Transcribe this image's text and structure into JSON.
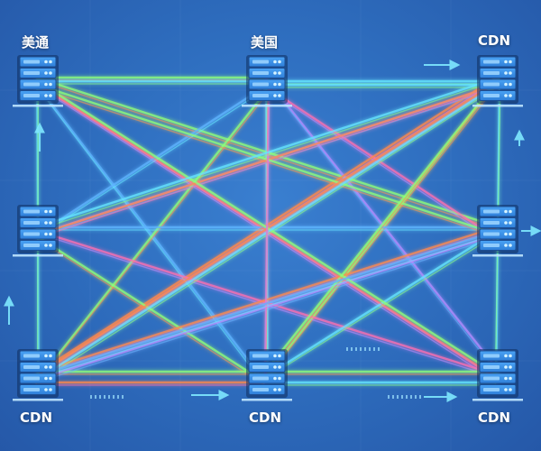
{
  "nodes": [
    {
      "id": "tl",
      "label": "美通"
    },
    {
      "id": "tm",
      "label": "美国"
    },
    {
      "id": "tr",
      "label": "CDN"
    },
    {
      "id": "ml",
      "label": ""
    },
    {
      "id": "mr",
      "label": ""
    },
    {
      "id": "bl",
      "label": "CDN"
    },
    {
      "id": "bm",
      "label": "CDN"
    },
    {
      "id": "br",
      "label": "CDN"
    }
  ],
  "colors": {
    "background": "#2f6fc0",
    "server_body": "#3a8fe6",
    "server_accent": "#9fd6ff",
    "link_cyan": "#66e6ff",
    "link_green": "#8dff7a",
    "link_orange": "#ff8a4a",
    "link_pink": "#ff6fb0",
    "link_purple": "#b48cff",
    "link_blue": "#5fb4ff"
  },
  "icons": [
    "server-icon",
    "arrow-right-icon",
    "arrow-up-icon"
  ]
}
